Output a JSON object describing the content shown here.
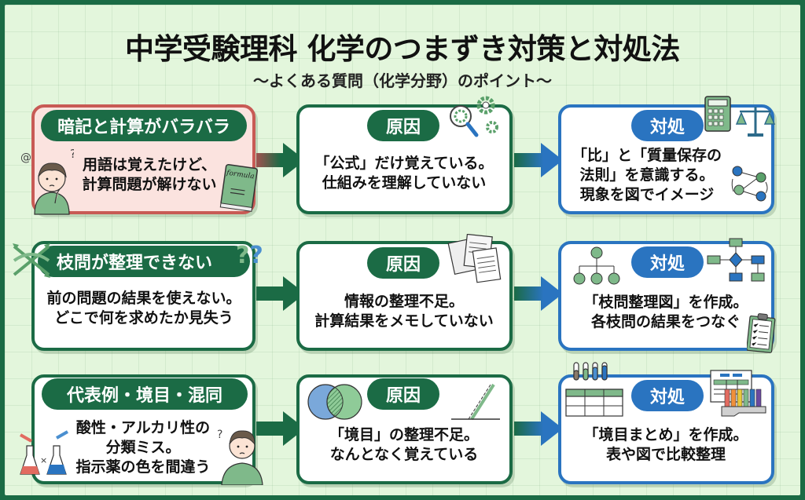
{
  "header": {
    "title": "中学受験理科 化学のつまずき対策と対処法",
    "subtitle": "〜よくある質問（化学分野）のポイント〜"
  },
  "rows": [
    {
      "problem": {
        "label": "暗記と計算がバラバラ",
        "text": [
          "用語は覚えたけど、",
          "計算問題が解けない"
        ],
        "book_label": "formula"
      },
      "cause": {
        "label": "原因",
        "text": [
          "「公式」だけ覚えている。",
          "仕組みを理解していない"
        ]
      },
      "solution": {
        "label": "対処",
        "text": [
          "「比」と「質量保存の",
          "法則」を意識する。",
          "現象を図でイメージ"
        ]
      }
    },
    {
      "problem": {
        "label": "枝問が整理できない",
        "text": [
          "前の問題の結果を使えない。",
          "どこで何を求めたか見失う"
        ]
      },
      "cause": {
        "label": "原因",
        "text": [
          "情報の整理不足。",
          "計算結果をメモしていない"
        ]
      },
      "solution": {
        "label": "対処",
        "text": [
          "「枝問整理図」を作成。",
          "各枝問の結果をつなぐ"
        ]
      }
    },
    {
      "problem": {
        "label": "代表例・境目・混同",
        "text": [
          "酸性・アルカリ性の",
          "分類ミス。",
          "指示薬の色を間違う"
        ]
      },
      "cause": {
        "label": "原因",
        "text": [
          "「境目」の整理不足。",
          "なんとなく覚えている"
        ]
      },
      "solution": {
        "label": "対処",
        "text": [
          "「境目まとめ」を作成。",
          "表や図で比較整理"
        ]
      }
    }
  ],
  "colors": {
    "green": "#1b6b45",
    "blue": "#2a74c0",
    "problem_bg": "#fbe3df",
    "problem_border": "#c85a55",
    "background": "#e3f6dc"
  }
}
